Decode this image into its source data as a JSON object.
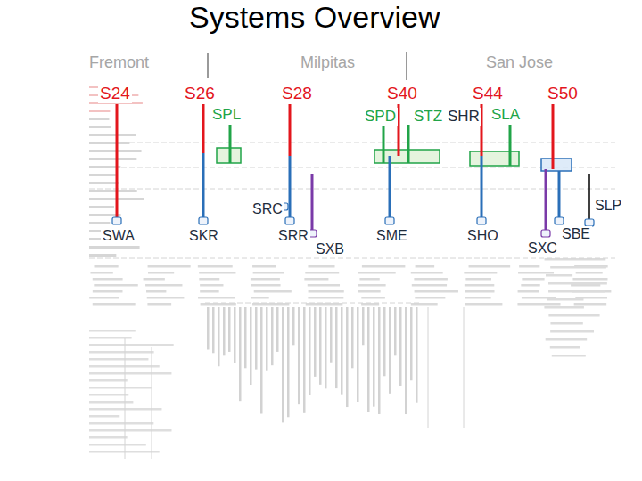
{
  "diagram": {
    "title": "Systems Overview",
    "labels": [
      "Fremont",
      "Milpitas",
      "San Jose",
      "S24",
      "S26",
      "S28",
      "S40",
      "S44",
      "S50",
      "SPL",
      "SPD",
      "STZ",
      "SHR",
      "SLA",
      "SRC",
      "SLP",
      "SWA",
      "SKR",
      "SRR",
      "SXB",
      "SME",
      "SHO",
      "SXC",
      "SBE"
    ]
  }
}
